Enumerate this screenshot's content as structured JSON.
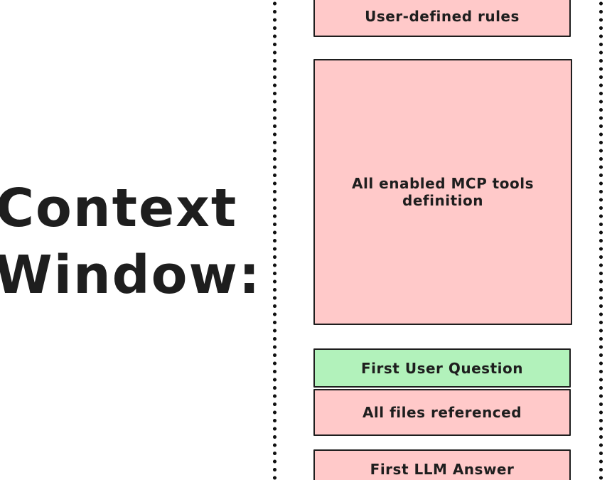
{
  "title": {
    "line1": "Context",
    "line2": "Window:"
  },
  "colors": {
    "block_pink": "#ffc9c9",
    "block_green": "#b2f2bb",
    "stroke": "#1e1e1e",
    "dot": "#111111",
    "background": "#ffffff"
  },
  "stack": {
    "items": [
      {
        "id": "user-rules",
        "label": "User-defined rules",
        "color": "pink"
      },
      {
        "id": "mcp-tools",
        "label": "All enabled MCP tools definition",
        "color": "pink"
      },
      {
        "id": "first-user-question",
        "label": "First User Question",
        "color": "green"
      },
      {
        "id": "files-referenced",
        "label": "All files referenced",
        "color": "pink"
      },
      {
        "id": "first-llm-answer",
        "label": "First LLM Answer",
        "color": "pink"
      }
    ]
  }
}
